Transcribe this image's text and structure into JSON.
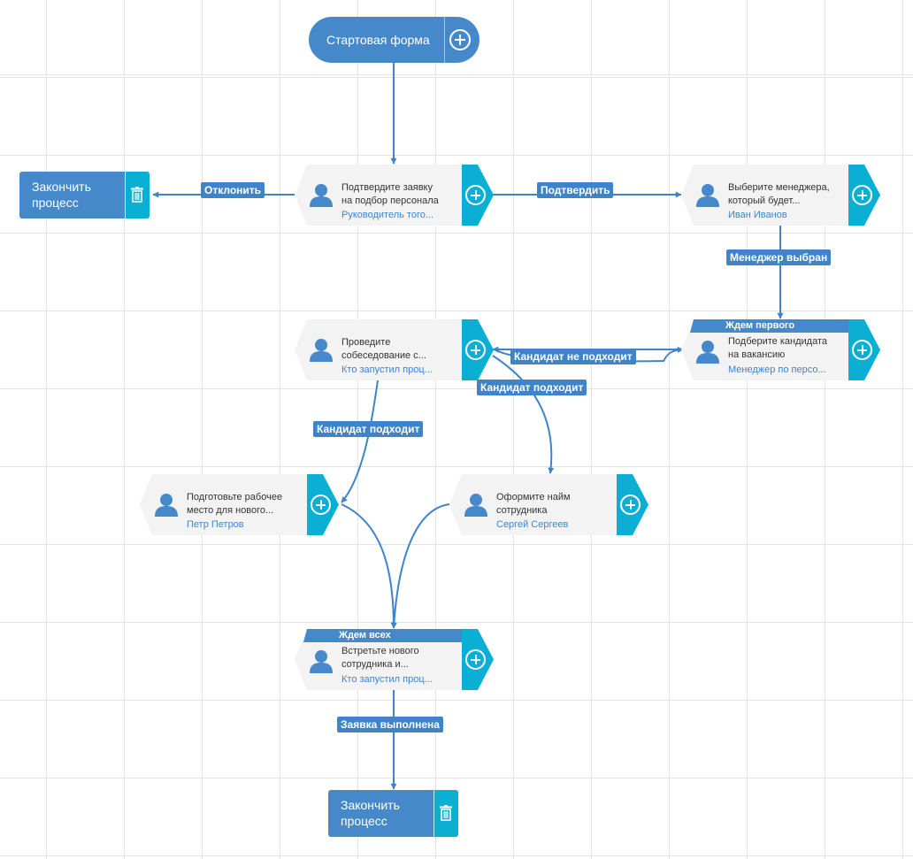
{
  "colors": {
    "accent": "#4689cb",
    "teal": "#0bafd4",
    "line": "#3f84c9",
    "node_bg": "#f3f3f3"
  },
  "start": {
    "label": "Стартовая форма",
    "icon": "plus-circle-icon"
  },
  "ends": [
    {
      "label": "Закончить процесс",
      "icon": "trash-icon"
    },
    {
      "label": "Закончить процесс",
      "icon": "trash-icon"
    }
  ],
  "tasks": {
    "confirm": {
      "line1": "Подтвердите заявку",
      "line2": "на подбор персонала",
      "assignee": "Руководитель того..."
    },
    "manager": {
      "line1": "Выберите менеджера,",
      "line2": "который будет...",
      "assignee": "Иван Иванов"
    },
    "candidate": {
      "banner": "Ждем первого",
      "line1": "Подберите кандидата",
      "line2": "на вакансию",
      "assignee": "Менеджер по персо..."
    },
    "interview": {
      "line1": "Проведите",
      "line2": "собеседование с...",
      "assignee": "Кто запустил проц..."
    },
    "workplace": {
      "line1": "Подготовьте рабочее",
      "line2": "место для нового...",
      "assignee": "Петр Петров"
    },
    "hire": {
      "line1": "Оформите найм",
      "line2": "сотрудника",
      "assignee": "Сергей Сергеев"
    },
    "meet": {
      "banner": "Ждем всех",
      "line1": "Встретьте нового",
      "line2": "сотрудника и...",
      "assignee": "Кто запустил проц..."
    }
  },
  "links": {
    "reject": "Отклонить",
    "approve": "Подтвердить",
    "manager_selected": "Менеджер выбран",
    "not_fit": "Кандидат не подходит",
    "fit_1": "Кандидат подходит",
    "fit_2": "Кандидат подходит",
    "done": "Заявка выполнена"
  }
}
